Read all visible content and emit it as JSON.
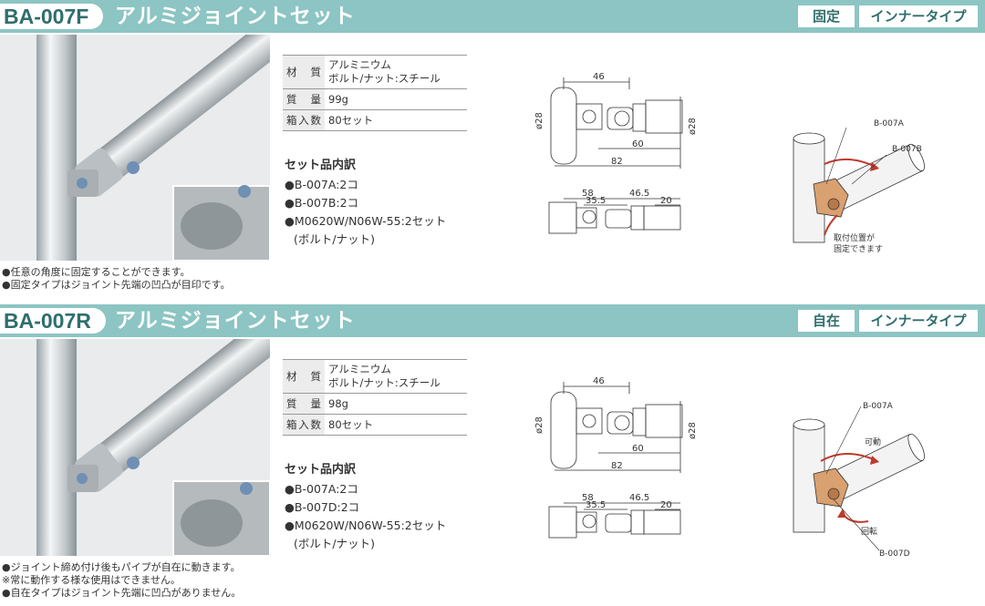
{
  "products": [
    {
      "code": "BA-007F",
      "title": "アルミジョイントセット",
      "tags": [
        "固定",
        "インナータイプ"
      ],
      "spec": [
        {
          "label": "材質",
          "lines": [
            "アルミニウム",
            "ボルト/ナット:スチール"
          ]
        },
        {
          "label": "質量",
          "lines": [
            "99g"
          ]
        },
        {
          "label": "箱入数",
          "lines": [
            "80セット"
          ]
        }
      ],
      "set_title": "セット品内訳",
      "set_items": [
        "●B-007A:2コ",
        "●B-007B:2コ",
        "●M0620W/N06W-55:2セット",
        "(ボルト/ナット)"
      ],
      "notes": [
        "●任意の角度に固定することができます。",
        "●固定タイプはジョイント先端の凹凸が目印です。"
      ],
      "drawing": {
        "d_left": "ø28",
        "d_right": "ø28",
        "dim_46": "46",
        "dim_60": "60",
        "dim_82": "82",
        "dim_58": "58",
        "dim_465": "46.5",
        "dim_355": "35.5",
        "dim_20": "20"
      },
      "assembly": {
        "label_a": "B-007A",
        "label_b": "B-007B",
        "note1": "取付位置が",
        "note2": "固定できます"
      }
    },
    {
      "code": "BA-007R",
      "title": "アルミジョイントセット",
      "tags": [
        "自在",
        "インナータイプ"
      ],
      "spec": [
        {
          "label": "材質",
          "lines": [
            "アルミニウム",
            "ボルト/ナット:スチール"
          ]
        },
        {
          "label": "質量",
          "lines": [
            "98g"
          ]
        },
        {
          "label": "箱入数",
          "lines": [
            "80セット"
          ]
        }
      ],
      "set_title": "セット品内訳",
      "set_items": [
        "●B-007A:2コ",
        "●B-007D:2コ",
        "●M0620W/N06W-55:2セット",
        "(ボルト/ナット)"
      ],
      "notes": [
        "●ジョイント締め付け後もパイプが自在に動きます。",
        "※常に動作する様な使用はできません。",
        "●自在タイプはジョイント先端に凹凸がありません。"
      ],
      "drawing": {
        "d_left": "ø28",
        "d_right": "ø28",
        "dim_46": "46",
        "dim_60": "60",
        "dim_82": "82",
        "dim_58": "58",
        "dim_465": "46.5",
        "dim_355": "35.5",
        "dim_20": "20"
      },
      "assembly": {
        "label_a": "B-007A",
        "label_b": "B-007D",
        "move1": "可動",
        "move2": "回転"
      }
    }
  ],
  "colors": {
    "header": "#8cc5c3",
    "header_text": "#ffffff",
    "code_text": "#2f6e6d",
    "joint": "#d9a070"
  }
}
